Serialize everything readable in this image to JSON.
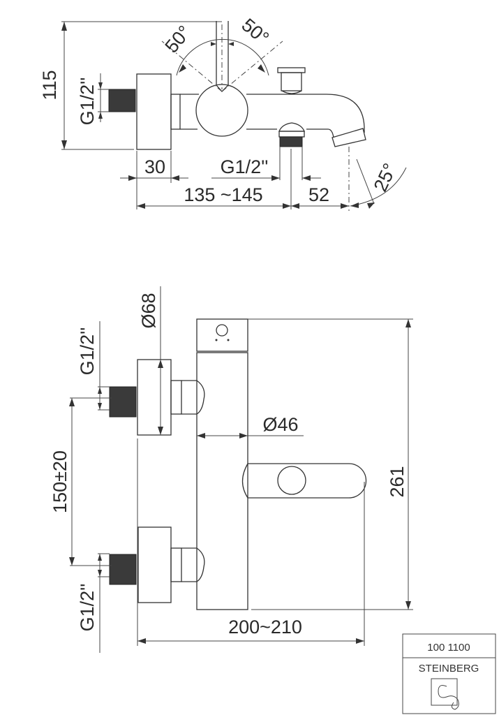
{
  "top_view": {
    "height_dim": "115",
    "lever_angle_left": "50°",
    "lever_angle_right": "50°",
    "inlet_thread": "G1/2''",
    "wall_block_dim": "30",
    "outlet_thread": "G1/2''",
    "length_dim": "135 ~145",
    "spout_dim": "52",
    "spout_angle": "25°"
  },
  "front_view": {
    "block_diameter": "Ø68",
    "upper_thread": "G1/2''",
    "lower_thread": "G1/2''",
    "center_distance": "150±20",
    "body_diameter": "Ø46",
    "height_dim": "261",
    "width_dim": "200~210"
  },
  "title_block": {
    "article_number": "100 1100",
    "brand": "STEINBERG"
  }
}
